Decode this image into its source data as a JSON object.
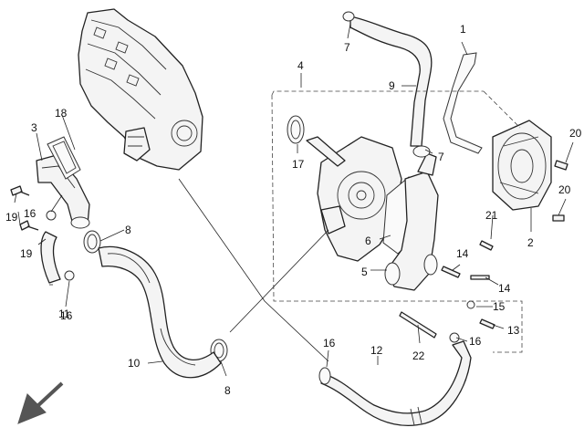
{
  "callouts": {
    "c1": "1",
    "c2": "2",
    "c3": "3",
    "c4": "4",
    "c5": "5",
    "c6": "6",
    "c7a": "7",
    "c7b": "7",
    "c8a": "8",
    "c8b": "8",
    "c9": "9",
    "c10": "10",
    "c11": "11",
    "c12": "12",
    "c13": "13",
    "c14a": "14",
    "c14b": "14",
    "c15": "15",
    "c16a": "16",
    "c16b": "16",
    "c16c": "16",
    "c16d": "16",
    "c17": "17",
    "c18": "18",
    "c19a": "19",
    "c19b": "19",
    "c20a": "20",
    "c20b": "20",
    "c21": "21",
    "c22": "22"
  },
  "colors": {
    "line": "#222222",
    "fill": "#f4f4f4",
    "background": "#ffffff"
  },
  "icons": {
    "direction_arrow": "front-direction-arrow-icon"
  }
}
